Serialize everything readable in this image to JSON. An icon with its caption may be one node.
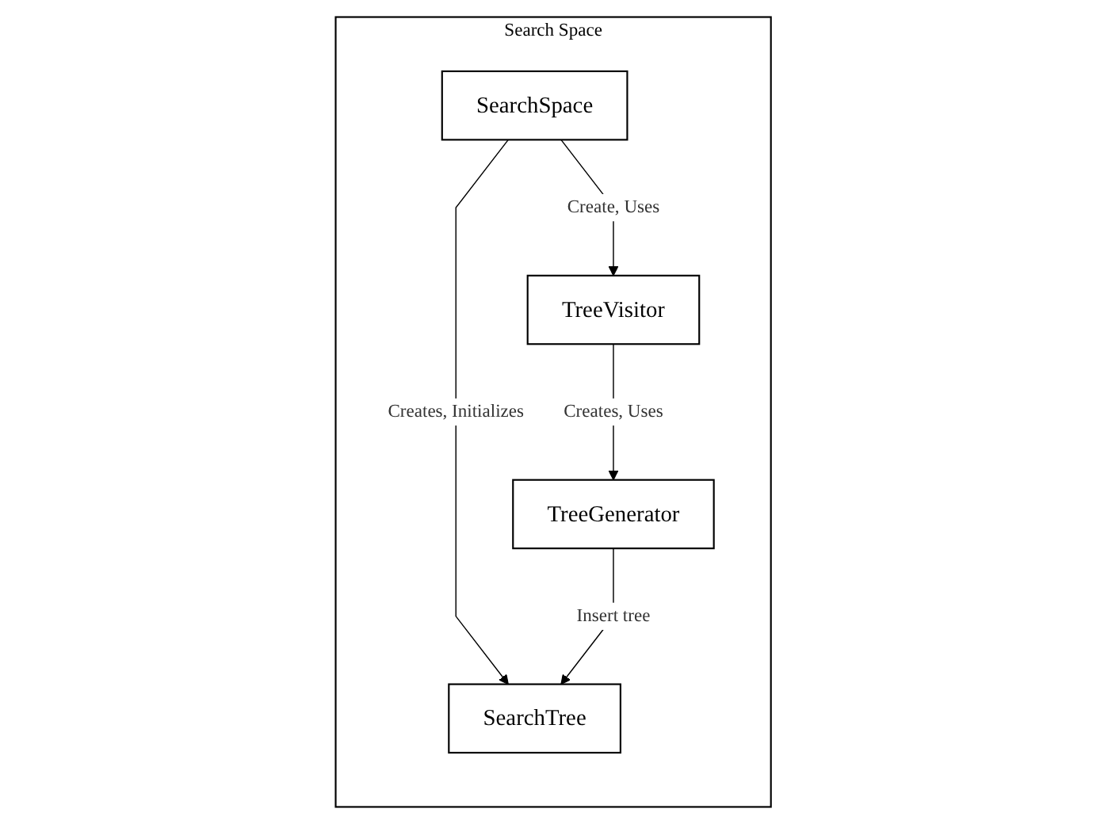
{
  "diagram": {
    "nodes": [
      {
        "text": [
          "Search Space"
        ]
      },
      {
        "text": [
          "SearchSpace"
        ],
        "in": 0
      },
      {
        "text": [
          "TreeVisitor"
        ],
        "in": 0
      },
      {
        "text": [
          "SearchTree"
        ],
        "in": 0
      },
      {
        "text": [
          "TreeGenerator"
        ],
        "in": 0
      }
    ],
    "edges": [
      {
        "from": 1,
        "to": 2,
        "arrow": "to",
        "label": "Create, Uses"
      },
      {
        "from": 1,
        "to": 3,
        "arrow": "to",
        "label": "Creates, Initializes"
      },
      {
        "from": 2,
        "to": 4,
        "arrow": "to",
        "label": "Creates, Uses"
      },
      {
        "from": 4,
        "to": 3,
        "arrow": "to",
        "label": "Insert tree"
      }
    ]
  }
}
